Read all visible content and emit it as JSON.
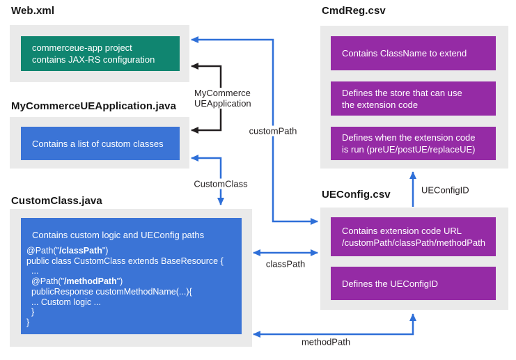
{
  "diagram": {
    "nodes": {
      "web_xml": {
        "title": "Web.xml",
        "box_line1": "commerceue-app project",
        "box_line2": "contains JAX-RS configuration"
      },
      "my_commerce_ue_application_java": {
        "title": "MyCommerceUEApplication.java",
        "box_line1": "Contains a list of custom classes"
      },
      "custom_class_java": {
        "title": "CustomClass.java",
        "code": {
          "intro": "Contains custom logic and UEConfig paths",
          "l2a": "@Path(\"",
          "l2b": "/classPath",
          "l2c": "\")",
          "l3": "public class CustomClass extends BaseResource {",
          "l4": "...",
          "l5a": "@Path(\"",
          "l5b": "/methodPath",
          "l5c": "\")",
          "l6": "publicResponse customMethodName(...){",
          "l7": "... Custom logic ...",
          "l8": "}",
          "l9": "}"
        }
      },
      "cmd_reg_csv": {
        "title": "CmdReg.csv",
        "boxes": [
          {
            "lines": [
              "Contains ClassName to extend",
              ""
            ]
          },
          {
            "lines": [
              "Defines the store that can use",
              "the extension code"
            ]
          },
          {
            "lines": [
              "Defines when the extension code",
              "is run (preUE/postUE/replaceUE)"
            ]
          }
        ]
      },
      "ue_config_csv": {
        "title": "UEConfig.csv",
        "boxes": [
          {
            "lines": [
              "Contains extension code URL",
              "/customPath/classPath/methodPath"
            ]
          },
          {
            "lines": [
              "Defines the UEConfigID",
              ""
            ]
          }
        ]
      }
    },
    "connector_labels": {
      "custom_path": "customPath",
      "my_commerce_line1": "MyCommerce",
      "my_commerce_line2": "UEApplication",
      "custom_class": "CustomClass",
      "class_path": "classPath",
      "method_path": "methodPath",
      "ue_config_id": "UEConfigID"
    },
    "colors": {
      "teal_box": "#108570",
      "blue_box": "#3b74d6",
      "purple_box": "#952ba5",
      "arrow_blue": "#2e6fd8",
      "arrow_black": "#231f20",
      "container_gray": "#eaeaea",
      "text_on_color": "#ffffff",
      "title_text": "#161616"
    }
  }
}
